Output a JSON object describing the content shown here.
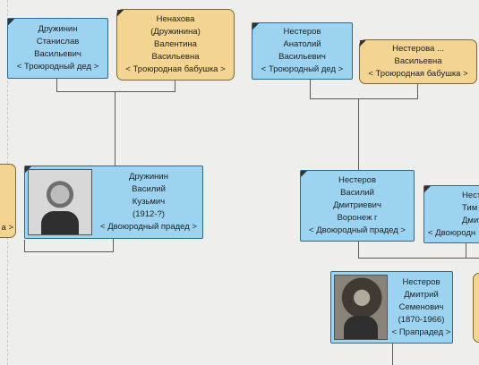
{
  "cards": {
    "druzhinin_stanislav": {
      "names": [
        "Дружинин",
        "Станислав",
        "Васильевич"
      ],
      "relation": "< Троюродный дед >"
    },
    "nenahova_valentina": {
      "names": [
        "Ненахова",
        "(Дружинина)",
        "Валентина",
        "Васильевна"
      ],
      "relation": "< Троюродная бабушка >"
    },
    "nesterov_anatoly": {
      "names": [
        "Нестеров",
        "Анатолий",
        "Васильевич"
      ],
      "relation": "< Троюродный дед >"
    },
    "nesterova_vasilievna": {
      "names": [
        "Нестерова ...",
        "Васильевна"
      ],
      "relation": "< Троюродная бабушка >"
    },
    "left_partial": {
      "relation": "a >"
    },
    "druzhinin_vasily": {
      "names": [
        "Дружинин",
        "Василий",
        "Кузьмич",
        "(1912-?)"
      ],
      "relation": "< Двоюродный прадед >"
    },
    "nesterov_vasily": {
      "names": [
        "Нестеров",
        "Василий",
        "Дмитриевич",
        "Воронеж г"
      ],
      "relation": "< Двоюродный прадед >"
    },
    "right_partial": {
      "names": [
        "Нест",
        "Тим",
        "Дмитр"
      ],
      "relation": "< Двоюродн"
    },
    "nesterov_dmitry": {
      "names": [
        "Нестеров",
        "Дмитрий",
        "Семенович",
        "(1870-1966)"
      ],
      "relation": "< Прапрадед >"
    }
  },
  "colors": {
    "male_card": "#9cd3f1",
    "female_card": "#f3d491",
    "connector": "#5a5a5a",
    "background": "#eeeeec"
  }
}
